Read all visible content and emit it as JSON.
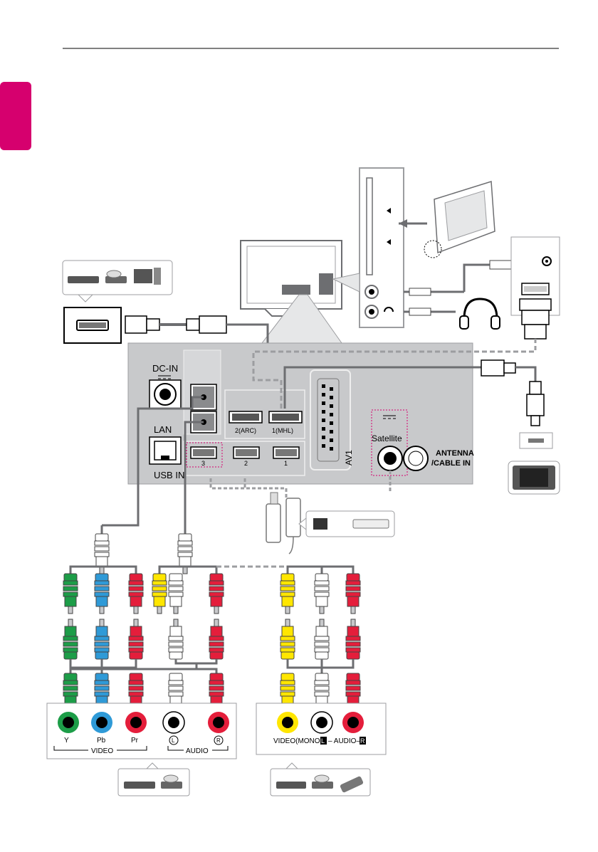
{
  "colors": {
    "accent": "#d6006e",
    "panel": "#c8c9cb",
    "cable": "#6d6e71",
    "dashed": "#9c9da0",
    "green": "#1d9d48",
    "blue": "#2f9ad7",
    "red": "#e41e3b",
    "yellow": "#ffe600",
    "white": "#ffffff"
  },
  "labels": {
    "dc_in": "DC-IN",
    "lan": "LAN",
    "usb_in": "USB IN",
    "hdmi2": "2(ARC)",
    "hdmi1": "1(MHL)",
    "av1": "AV1",
    "satellite": "Satellite",
    "antenna_line1": "ANTENNA",
    "antenna_line2": "/CABLE IN",
    "usb3": "3",
    "usb2": "2",
    "usb1": "1",
    "comp_y": "Y",
    "comp_pb": "Pb",
    "comp_pr": "Pr",
    "comp_l": "L",
    "comp_r": "R",
    "video": "VIDEO",
    "audio": "AUDIO",
    "composite": "VIDEO(MONO)",
    "audio_lr_left": "L",
    "audio_lr_mid": "– AUDIO–",
    "audio_lr_right": "R"
  },
  "icons": [
    "tv-icon",
    "ci-module-icon",
    "headphones-icon",
    "dvi-connector-icon",
    "hdmi-cable-icon",
    "usb-stick-icon",
    "hdd-icon",
    "smartphone-icon",
    "dvd-player-icon",
    "vcr-icon",
    "pc-icon",
    "game-console-icon"
  ]
}
